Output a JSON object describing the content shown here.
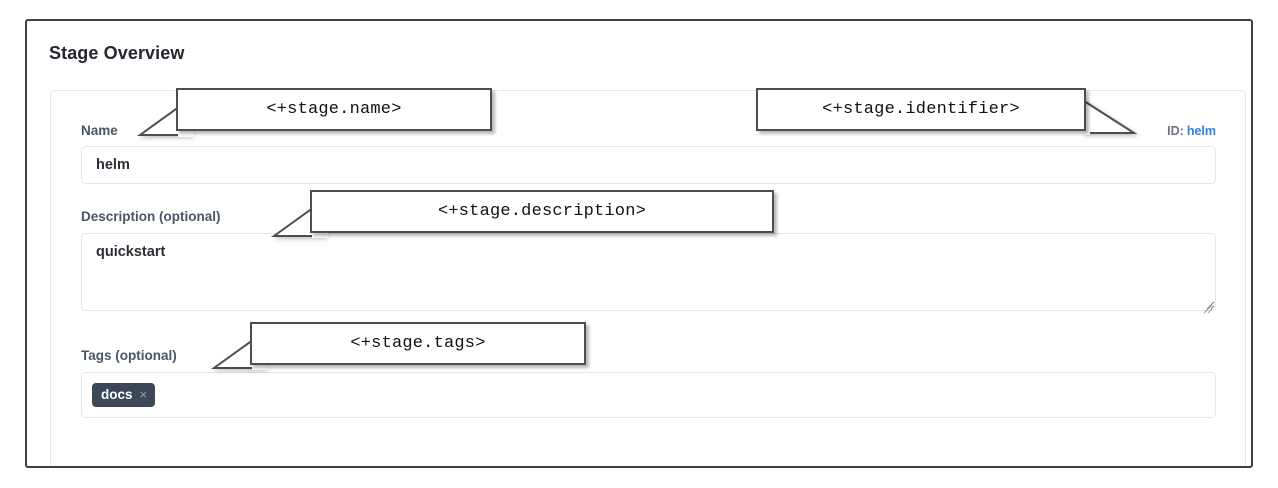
{
  "panel": {
    "heading": "Stage Overview"
  },
  "form": {
    "name_field": {
      "label": "Name",
      "value": "helm",
      "placeholder": "",
      "id_hint_prefix": "ID:",
      "id_hint_value": "helm"
    },
    "description_field": {
      "label": "Description (optional)",
      "value": "quickstart",
      "placeholder": ""
    },
    "tags_field": {
      "label": "Tags (optional)",
      "placeholder": "",
      "tags": [
        {
          "label": "docs",
          "remove_glyph": "×"
        }
      ]
    }
  },
  "callouts": [
    {
      "text": "<+stage.name>"
    },
    {
      "text": "<+stage.identifier>"
    },
    {
      "text": "<+stage.description>"
    },
    {
      "text": "<+stage.tags>"
    }
  ],
  "colors": {
    "frame_border": "#3f3f3f",
    "heading": "#23272e",
    "label": "#4a5568",
    "input_border": "#e2e6ea",
    "tag_chip_bg": "#3c4858",
    "link_blue": "#2f7fe4",
    "callout_border": "#4d4d4d"
  }
}
